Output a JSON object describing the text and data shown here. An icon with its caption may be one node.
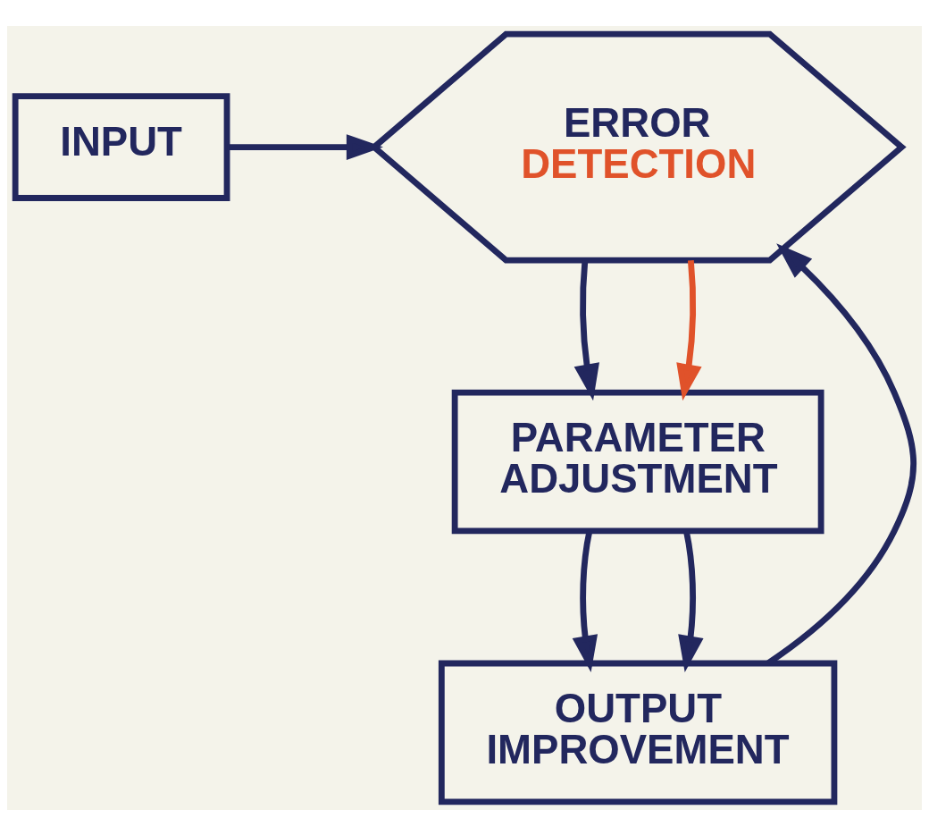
{
  "diagram": {
    "nodes": [
      {
        "text": [
          "INPUT"
        ]
      },
      {
        "text": [
          "ERROR",
          "DETECTION"
        ]
      },
      {
        "text": [
          "PARAMETER ADJUSTMENT"
        ]
      },
      {
        "text": [
          "OUTPUT IMPROVEMENT"
        ]
      }
    ],
    "edges": [
      {
        "from": 0,
        "to": 1,
        "arrow": "to"
      },
      {
        "from": 1,
        "to": 2,
        "arrow": "to"
      },
      {
        "from": 1,
        "to": 2,
        "arrow": "to",
        "color": "#e0522a"
      },
      {
        "from": 2,
        "to": 3,
        "arrow": "to"
      },
      {
        "from": 2,
        "to": 3,
        "arrow": "to"
      },
      {
        "from": 3,
        "to": 1,
        "arrow": "to"
      }
    ]
  }
}
